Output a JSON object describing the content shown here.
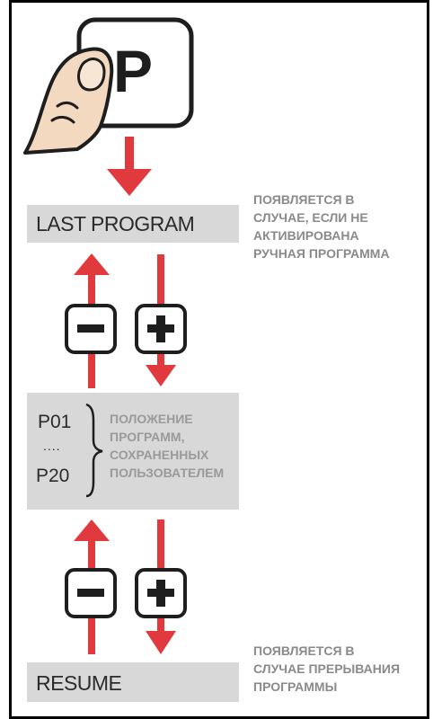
{
  "key": {
    "symbol": "P"
  },
  "last_program": {
    "label": "LAST PROGRAM"
  },
  "note_top": {
    "line1": "ПОЯВЛЯЕТСЯ В",
    "line2": "СЛУЧАЕ, ЕСЛИ НЕ",
    "line3": "АКТИВИРОВАНА",
    "line4": "РУЧНАЯ ПРОГРАММА"
  },
  "programs": {
    "first": "P01",
    "dots": "....",
    "last": "P20",
    "desc1": "ПОЛОЖЕНИЕ",
    "desc2": "ПРОГРАММ,",
    "desc3": "СОХРАНЕННЫХ",
    "desc4": "ПОЛЬЗОВАТЕЛЕМ"
  },
  "resume": {
    "label": "RESUME"
  },
  "note_bottom": {
    "line1": "ПОЯВЛЯЕТСЯ В",
    "line2": "СЛУЧАЕ ПРЕРЫВАНИЯ",
    "line3": "ПРОГРАММЫ"
  },
  "colors": {
    "arrow": "#e03a3e",
    "box_fill": "#d8d8d8",
    "note_text": "#8a8a8a",
    "outline": "#1e1e1e",
    "skin": "#f3d9bf"
  },
  "icons": [
    "finger-icon",
    "p-key-icon",
    "minus-key-icon",
    "plus-key-icon",
    "arrow-up-icon",
    "arrow-down-icon"
  ]
}
